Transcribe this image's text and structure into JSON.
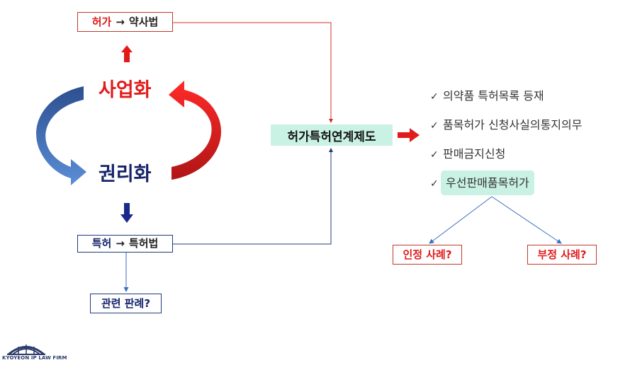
{
  "boxes": {
    "top_left": {
      "part1": "허가",
      "arrow": "→",
      "part2": "약사법"
    },
    "bottom_left": {
      "part1": "특허",
      "arrow": "→",
      "part2": "특허법"
    },
    "cases_related": "관련 판례?",
    "cases_approved": "인정 사례?",
    "cases_denied": "부정 사례?"
  },
  "cycle": {
    "top_label": "사업화",
    "bottom_label": "권리화"
  },
  "center": {
    "label": "허가특허연계제도"
  },
  "checklist": {
    "check_mark": "✓",
    "items": [
      "의약품 특허목록 등재",
      "품목허가 신청사실의통지의무",
      "판매금지신청",
      "우선판매품목허가"
    ]
  },
  "logo": {
    "text": "KYOYEON IP LAW FIRM"
  },
  "colors": {
    "red": "#e11b1b",
    "navy": "#15246a",
    "mint": "#c9f1e4",
    "blue_arrow": "#3a6fbf"
  }
}
